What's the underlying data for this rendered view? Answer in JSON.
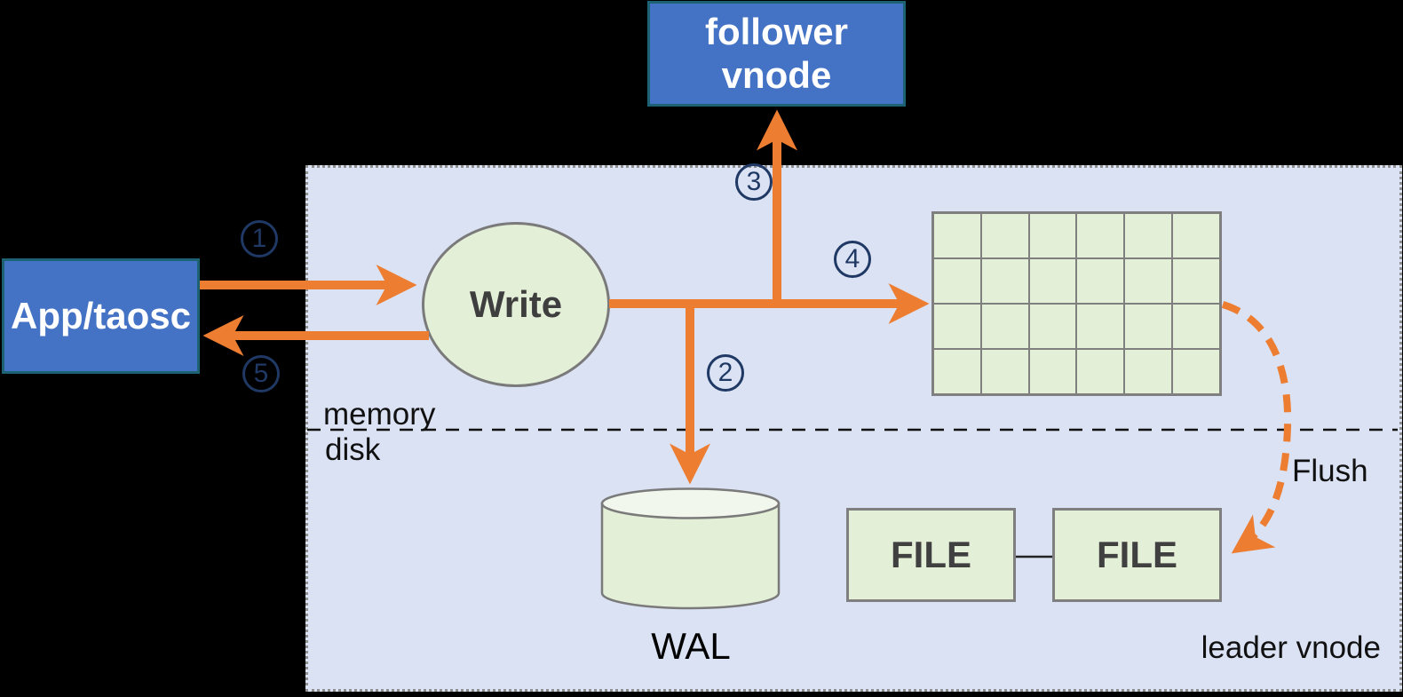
{
  "nodes": {
    "app": {
      "label": "App/taosc"
    },
    "follower": {
      "label": "follower\nvnode"
    },
    "write": {
      "label": "Write"
    },
    "wal": {
      "label": "WAL"
    },
    "file1": {
      "label": "FILE"
    },
    "file2": {
      "label": "FILE"
    }
  },
  "labels": {
    "memory": "memory",
    "disk": "disk",
    "flush": "Flush",
    "leader": "leader vnode"
  },
  "steps": [
    "1",
    "2",
    "3",
    "4",
    "5"
  ],
  "memtable": {
    "rows": 4,
    "cols": 6
  },
  "colors": {
    "background": "#000000",
    "panel_fill": "#dae2f3",
    "node_blue": "#4472c4",
    "node_blue_border": "#1c6272",
    "green_fill": "#e4efd8",
    "arrow_orange": "#ed7d31",
    "step_navy": "#1f3864"
  }
}
